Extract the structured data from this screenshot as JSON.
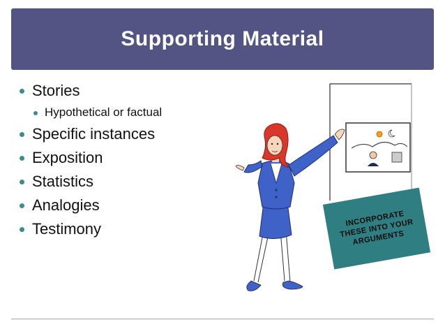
{
  "slide": {
    "title": "Supporting Material",
    "bullets": [
      {
        "text": "Stories",
        "level": 1
      },
      {
        "text": "Hypothetical or factual",
        "level": 2
      },
      {
        "text": "Specific instances",
        "level": 1
      },
      {
        "text": "Exposition",
        "level": 1
      },
      {
        "text": "Statistics",
        "level": 1
      },
      {
        "text": "Analogies",
        "level": 1
      },
      {
        "text": "Testimony",
        "level": 1
      }
    ],
    "note": "INCORPORATE THESE INTO YOUR ARGUMENTS",
    "colors": {
      "title_bar": "#535384",
      "bullet_dot": "#3f8a8c",
      "note_box": "#2f7f82",
      "suit": "#3f62c9",
      "hair": "#d9372a"
    },
    "illustration": "woman-presenting-at-board"
  }
}
